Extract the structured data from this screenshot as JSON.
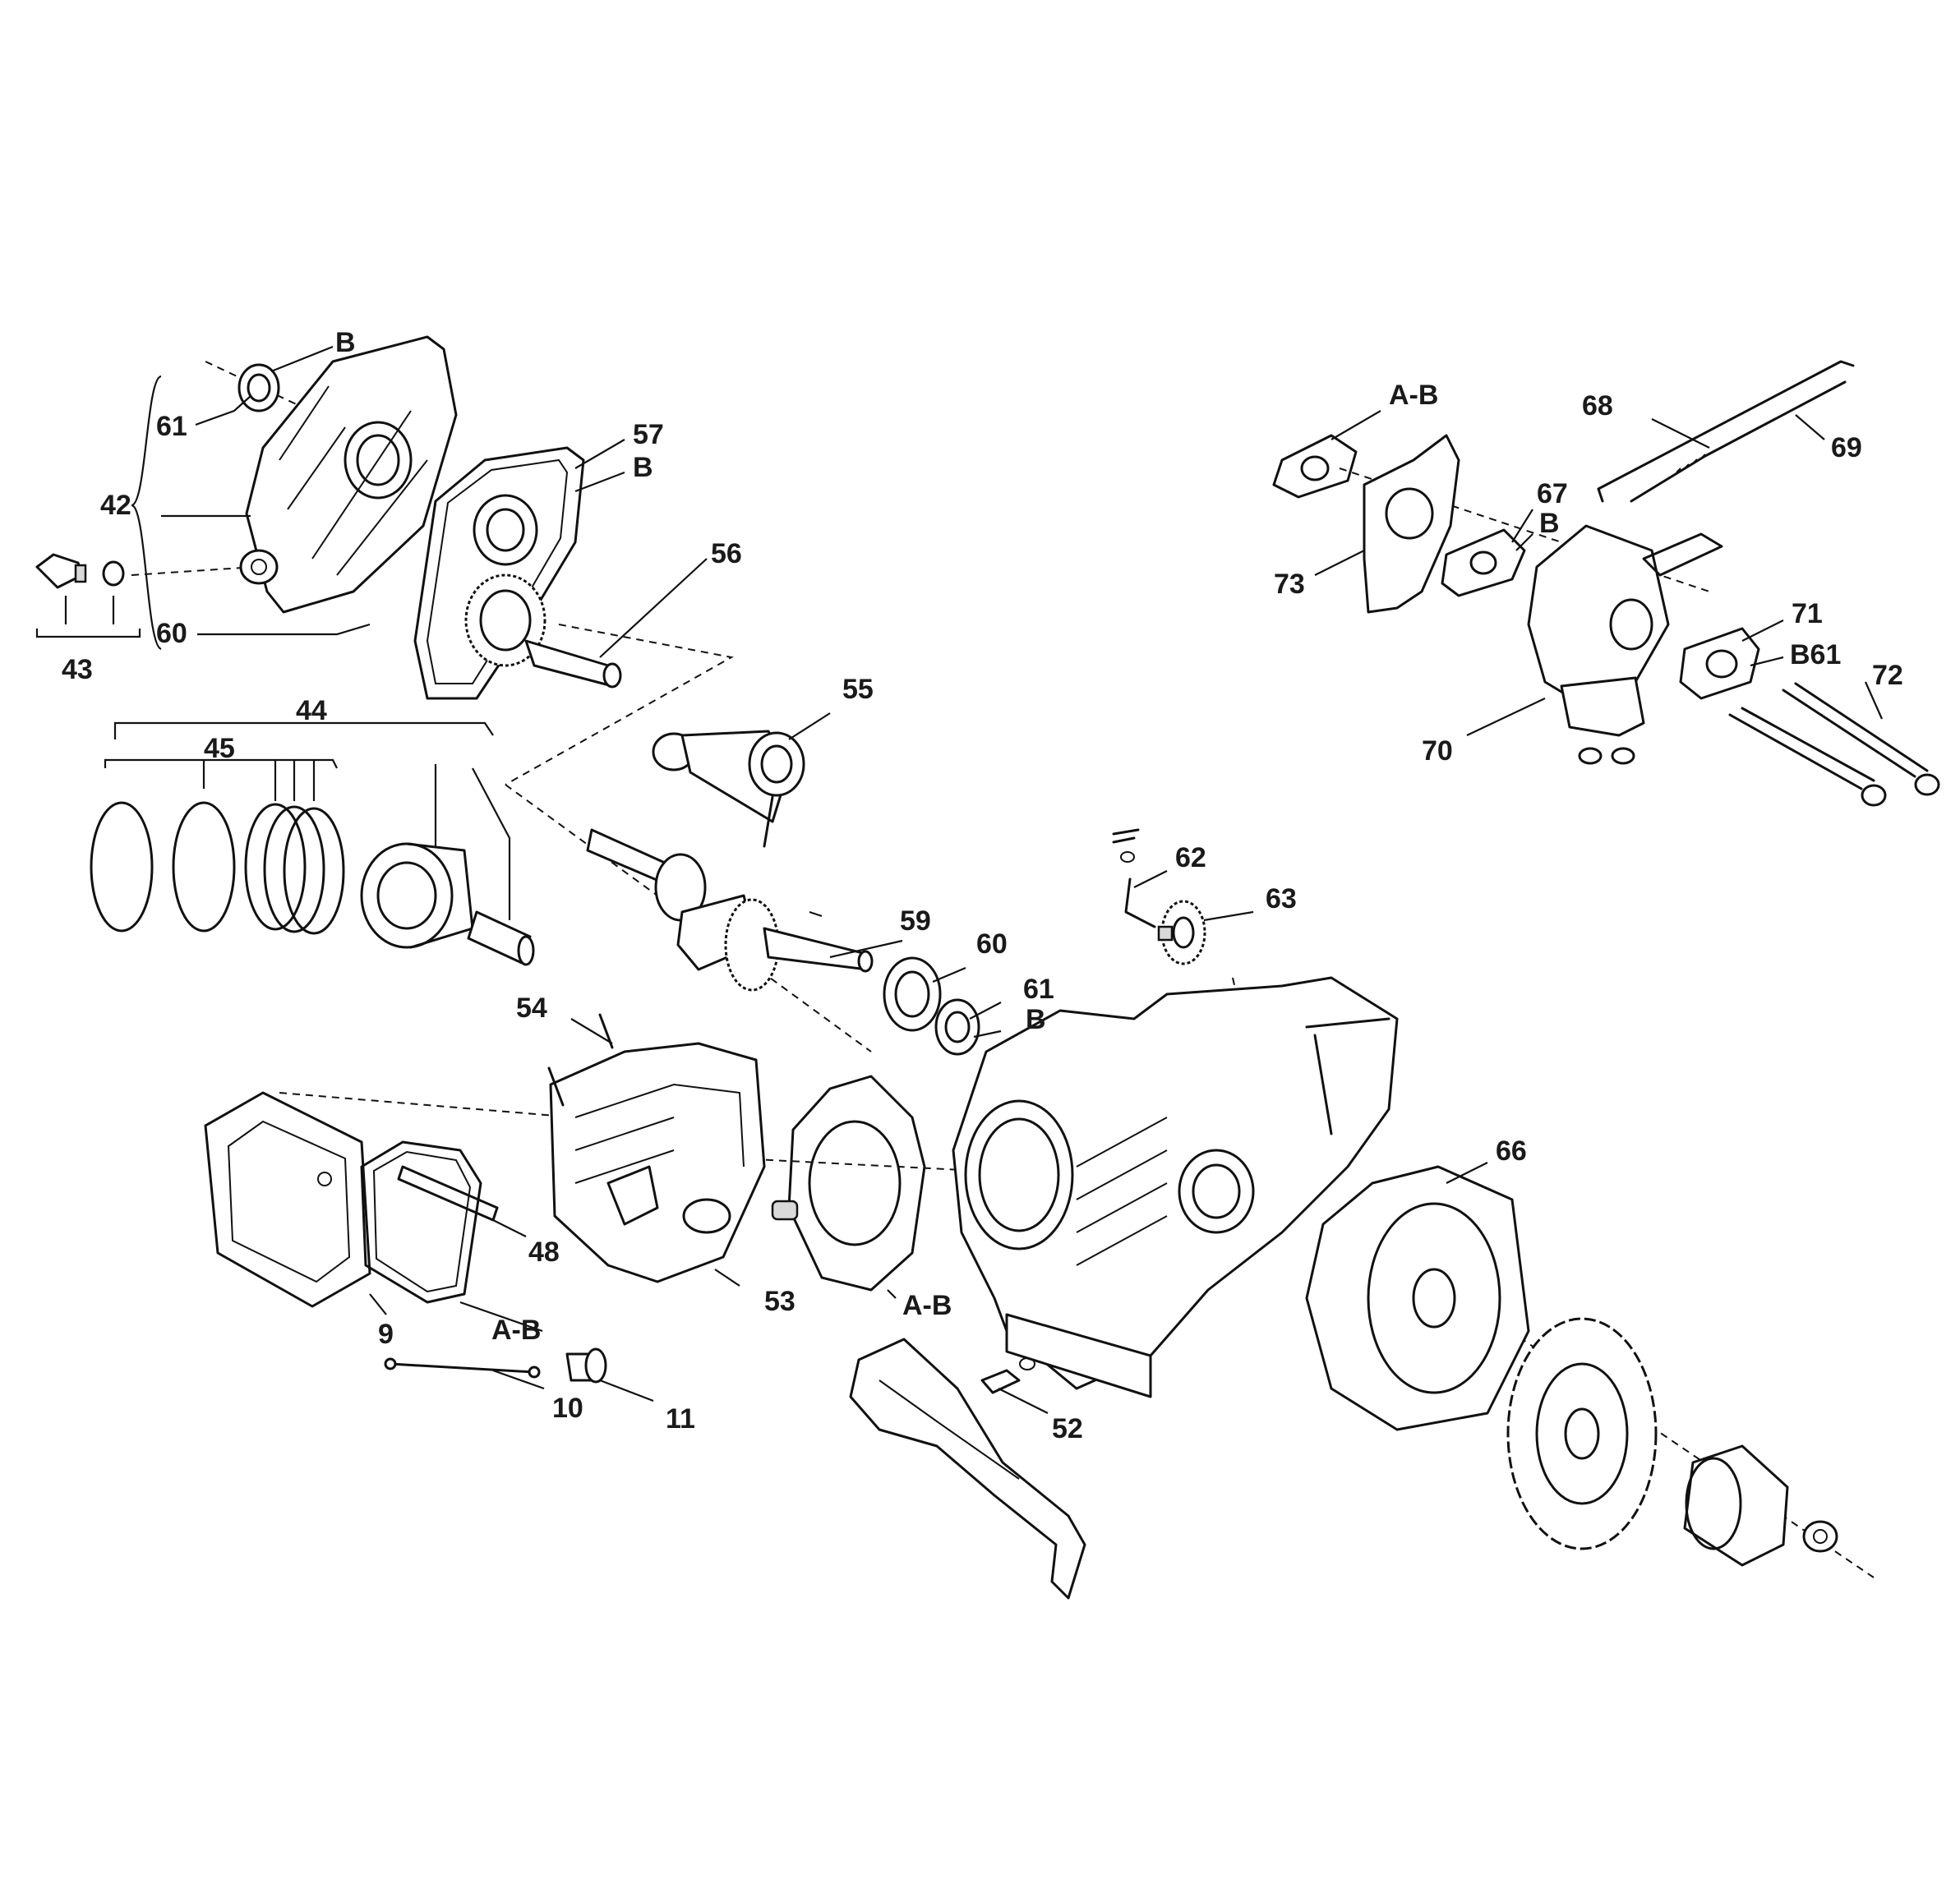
{
  "labels": {
    "l_b_top": "B",
    "l_61_top": "61",
    "l_42": "42",
    "l_57": "57",
    "l_b_57": "B",
    "l_56": "56",
    "l_60_top": "60",
    "l_43": "43",
    "l_44": "44",
    "l_45": "45",
    "l_55": "55",
    "l_59": "59",
    "l_60_mid": "60",
    "l_61_mid": "61",
    "l_b_mid": "B",
    "l_54": "54",
    "l_62": "62",
    "l_63": "63",
    "l_66": "66",
    "l_48": "48",
    "l_53": "53",
    "l_ab_gasket": "A-B",
    "l_9": "9",
    "l_ab_cover": "A-B",
    "l_10": "10",
    "l_11": "11",
    "l_52": "52",
    "l_ab_top": "A-B",
    "l_68": "68",
    "l_69": "69",
    "l_67": "67",
    "l_b_67": "B",
    "l_73": "73",
    "l_71": "71",
    "l_b61": "B61",
    "l_72": "72",
    "l_70": "70"
  }
}
